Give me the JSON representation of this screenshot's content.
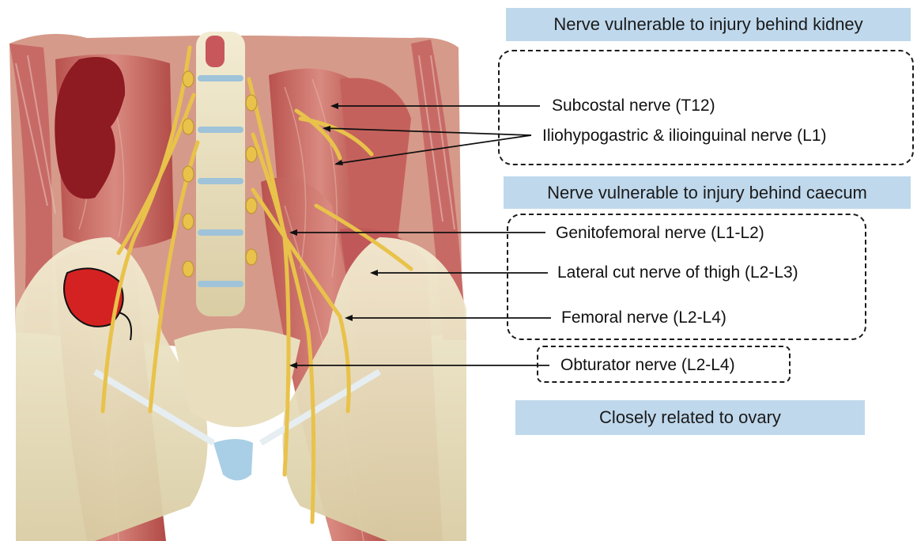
{
  "banners": {
    "kidney": "Nerve vulnerable to injury behind kidney",
    "caecum": "Nerve vulnerable to injury behind caecum",
    "ovary": "Closely related to ovary"
  },
  "labels": {
    "subcostal": "Subcostal nerve (T12)",
    "iliohypogastric": "Iliohypogastric & ilioinguinal nerve (L1)",
    "genitofemoral": "Genitofemoral nerve (L1-L2)",
    "lateral_cut": "Lateral cut nerve of thigh (L2-L3)",
    "femoral": "Femoral nerve (L2-L4)",
    "obturator": "Obturator nerve (L2-L4)"
  },
  "colors": {
    "banner_fill": "#bfd8ec",
    "muscle": "#c8706a",
    "nerve": "#e8c24a",
    "bone": "#ece3c4",
    "kidney": "#8e1a22",
    "ovary": "#d42222"
  }
}
